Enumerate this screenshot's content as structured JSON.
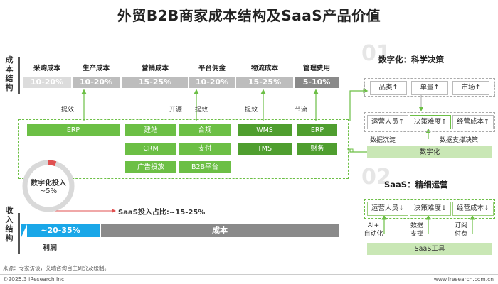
{
  "title": "外贸B2B商家成本结构及SaaS产品价值",
  "left_labels": {
    "cost": "成本结构",
    "income": "收入结构"
  },
  "cost_items": [
    {
      "label": "采购成本",
      "value": "10-20%"
    },
    {
      "label": "生产成本",
      "value": "10-20%"
    },
    {
      "label": "营销成本",
      "value": "15-25%"
    },
    {
      "label": "平台佣金",
      "value": "10-20%"
    },
    {
      "label": "物流成本",
      "value": "15-25%"
    },
    {
      "label": "管理费用",
      "value": "5-10%"
    }
  ],
  "actions": {
    "a1": "提效",
    "a2": "开源",
    "a3": "提效",
    "a4": "提效",
    "a5": "节流"
  },
  "tools": {
    "erp1": "ERP",
    "build": "建站",
    "comply": "合规",
    "crm": "CRM",
    "pay": "支付",
    "ads": "广告投放",
    "b2b": "B2B平台",
    "wms": "WMS",
    "tms": "TMS",
    "erp2": "ERP",
    "finance": "财务"
  },
  "donut": {
    "label": "数字化投入",
    "value": "~5%",
    "fraction": 0.05
  },
  "saas_share": "SaaS投入占比:~15-25%",
  "income": {
    "profit_value": "~20-35%",
    "profit_label": "利润",
    "cost_label": "成本",
    "profit_fraction": 0.27
  },
  "right_top": {
    "num": "01",
    "title": "数字化：科学决策",
    "row1": [
      "品类↑",
      "单量↑",
      "市场↑"
    ],
    "row2": [
      "运营人员↑",
      "决策难度↑",
      "经营成本↑"
    ],
    "notes": [
      "数据沉淀",
      "数据支撑决策"
    ],
    "bottom": "数字化"
  },
  "right_bottom": {
    "num": "02",
    "title": "SaaS：精细运营",
    "row": [
      "运营人员↓",
      "决策难度↓",
      "经营成本↓"
    ],
    "notes": [
      "AI+\n自动化",
      "数据\n支撑",
      "订阅\n付费"
    ],
    "bottom": "SaaS工具"
  },
  "source": "来源：专家访谈，艾瑞咨询自主研究及绘制。",
  "copyright": "©2025.3 iResearch Inc",
  "website": "www.iresearch.com.cn"
}
